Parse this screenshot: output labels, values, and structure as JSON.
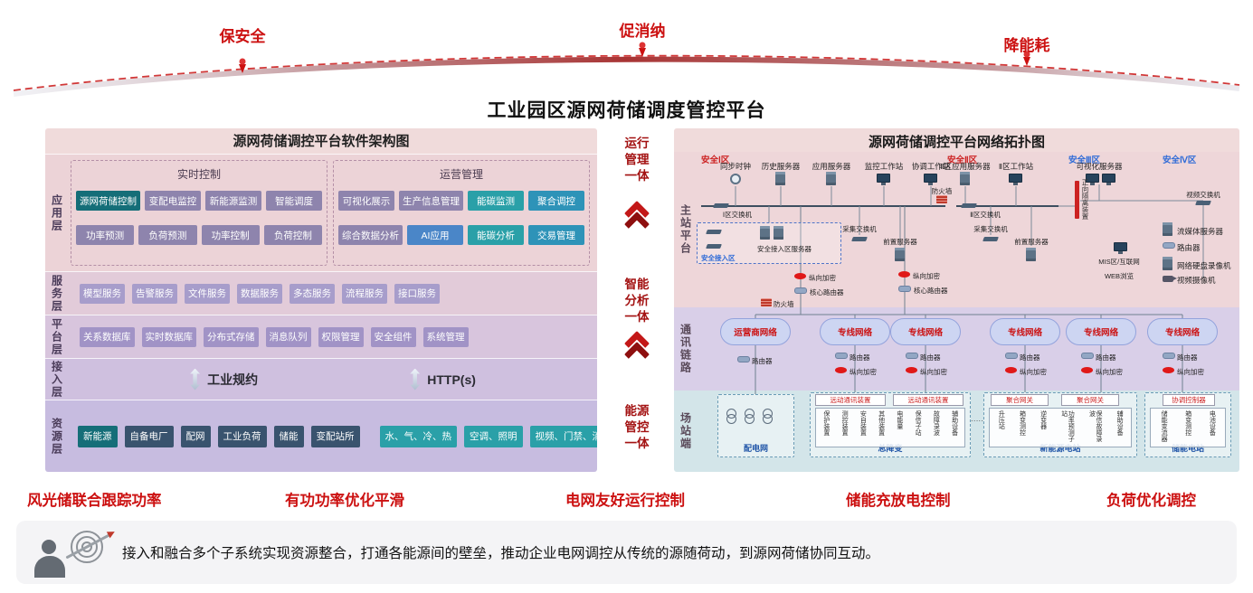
{
  "arc": {
    "labels": [
      "保安全",
      "促消纳",
      "降能耗"
    ]
  },
  "page_title": "工业园区源网荷储调度管控平台",
  "left_panel": {
    "title": "源网荷储调控平台软件架构图",
    "layers": {
      "app": {
        "label": "应用层"
      },
      "service": {
        "label": "服务层"
      },
      "platform": {
        "label": "平台层"
      },
      "access": {
        "label": "接入层"
      },
      "resource": {
        "label": "资源层"
      }
    },
    "realtime_group": {
      "title": "实时控制",
      "row1": [
        "源网荷储控制",
        "变配电监控",
        "新能源监测",
        "智能调度"
      ],
      "row2": [
        "功率预测",
        "负荷预测",
        "功率控制",
        "负荷控制"
      ]
    },
    "ops_group": {
      "title": "运营管理",
      "row1": [
        "可视化展示",
        "生产信息管理",
        "能碳监测",
        "聚合调控"
      ],
      "row2": [
        "综合数据分析",
        "AI应用",
        "能碳分析",
        "交易管理"
      ]
    },
    "service_items": [
      "模型服务",
      "告警服务",
      "文件服务",
      "数据服务",
      "多态服务",
      "流程服务",
      "接口服务"
    ],
    "platform_items": [
      "关系数据库",
      "实时数据库",
      "分布式存储",
      "消息队列",
      "权限管理",
      "安全组件",
      "系统管理"
    ],
    "access_items": [
      "工业规约",
      "HTTP(s)"
    ],
    "resource_items": [
      "新能源",
      "自备电厂",
      "配网",
      "工业负荷",
      "储能",
      "变配站所",
      "水、气、冷、热",
      "空调、照明",
      "视频、门禁、消防"
    ]
  },
  "middle": {
    "items": [
      "运行管理一体",
      "智能分析一体",
      "能源管控一体"
    ]
  },
  "right_panel": {
    "title": "源网荷储调控平台网络拓扑图",
    "bands": [
      "主站平台",
      "通讯链路",
      "场站端"
    ],
    "zones": [
      "安全Ⅰ区",
      "安全Ⅱ区",
      "安全Ⅲ区",
      "安全Ⅳ区"
    ],
    "zone1_devices": [
      "同步时钟",
      "历史服务器",
      "应用服务器",
      "监控工作站",
      "协调工作站"
    ],
    "zone1_switch": "Ⅰ区交换机",
    "zone2": {
      "firewall": "防火墙",
      "switch": "Ⅱ区交换机",
      "devices": [
        "Ⅱ区应用服务器",
        "Ⅱ区工作站"
      ]
    },
    "zone3": {
      "device": "可视化服务器",
      "isolator": "正向隔离装置",
      "mis": "MIS区/互联网",
      "web": "WEB浏览"
    },
    "zone4_devices": [
      "视频交换机",
      "流媒体服务器",
      "路由器",
      "网络硬盘录像机",
      "视频摄像机"
    ],
    "access_zone": {
      "label": "安全接入区",
      "server": "安全接入区服务器",
      "collect_switch": "采集交换机",
      "front_server": "前置服务器"
    },
    "encrypt": "纵向加密",
    "core_router": "核心路由器",
    "firewall": "防火墙",
    "router": "路由器",
    "clouds": [
      "运营商网络",
      "专线网络",
      "专线网络",
      "专线网络",
      "专线网络",
      "专线网络"
    ],
    "stations": {
      "dist": {
        "name": "配电网"
      },
      "main_sub": {
        "name": "总降变",
        "tabs": [
          "远动通讯装置",
          "远动通讯装置"
        ],
        "items": [
          "保护装置",
          "测控装置",
          "安自装置",
          "其他装置",
          "电能量",
          "保信子站",
          "故障录波",
          "辅助设备"
        ]
      },
      "dots": "·····",
      "pv": {
        "name": "新能源电站",
        "tabs": [
          "聚合网关",
          "聚合网关"
        ],
        "items": [
          "升压站",
          "箱变测控",
          "逆变器",
          "功率预测子站",
          "保信故障录波",
          "辅助设备"
        ]
      },
      "storage": {
        "name": "储能电站",
        "tabs": [
          "协调控制器"
        ],
        "items": [
          "储能变流器",
          "箱变测控",
          "电池设备"
        ]
      }
    }
  },
  "bottom_labels": [
    "风光储联合跟踪功率",
    "有功功率优化平滑",
    "电网友好运行控制",
    "储能充放电控制",
    "负荷优化调控"
  ],
  "footer": "接入和融合多个子系统实现资源整合，打通各能源间的壁垒，推动企业电网调控从传统的源随荷动，到源网荷储协同互动。",
  "colors": {
    "accent_red": "#cc1111",
    "label_blue": "#2156a8",
    "teal": "#2aa0a8",
    "teal_dark": "#156e78",
    "purple": "#8e84ad",
    "light_purple": "#a79dcb",
    "blue": "#4a86c8",
    "navy": "#39536e",
    "cyan": "#2e93b8"
  }
}
